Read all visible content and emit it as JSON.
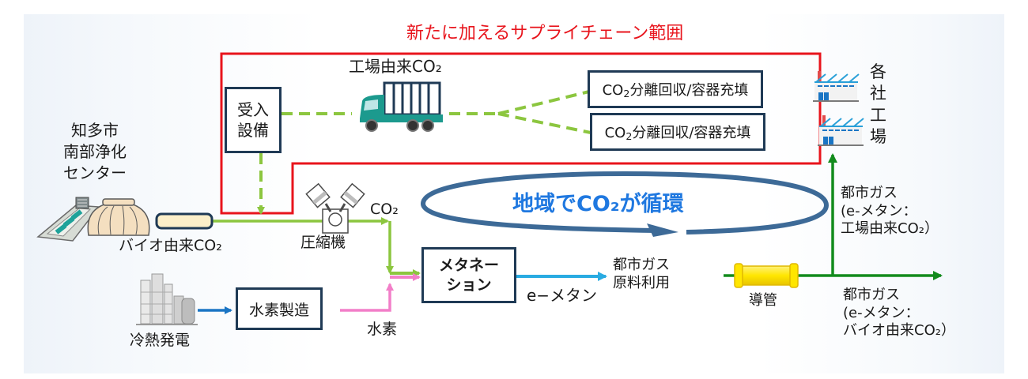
{
  "title": "新たに加えるサプライチェーン範囲",
  "colors": {
    "scope_border": "#e8141c",
    "box_border": "#1f3a55",
    "co2_line": "#8cc63f",
    "hydrogen_line": "#f27ec8",
    "power_line": "#1a75c4",
    "emethane_line": "#29abe2",
    "citygas_line": "#138b1d",
    "cycle_ellipse": "#3d6a97",
    "cycle_text": "#1f78e0"
  },
  "nodes": {
    "treatment_center": "知多市\n南部浄化\nセンター",
    "bio_co2": "バイオ由来CO₂",
    "receiving_facility": "受入\n設備",
    "factory_co2": "工場由来CO₂",
    "separation_1_prefix": "CO",
    "separation_1_sub": "2",
    "separation_1_suffix": "分離回収/容器充填",
    "separation_2_prefix": "CO",
    "separation_2_sub": "2",
    "separation_2_suffix": "分離回収/容器充填",
    "factories_label": "各\n社\n工\n場",
    "compressor": "圧縮機",
    "co2": "CO₂",
    "cold_power": "冷熱発電",
    "hydrogen_production": "水素製造",
    "hydrogen": "水素",
    "methanation": "メタネー\nション",
    "emethane": "e−メタン",
    "citygas_feedstock": "都市ガス\n原料利用",
    "pipeline": "導管",
    "citygas_factory": "都市ガス\n(e-メタン：\n工場由来CO₂）",
    "citygas_bio": "都市ガス\n(e-メタン：\nバイオ由来CO₂）",
    "cycle": "地域でCO₂が循環"
  }
}
